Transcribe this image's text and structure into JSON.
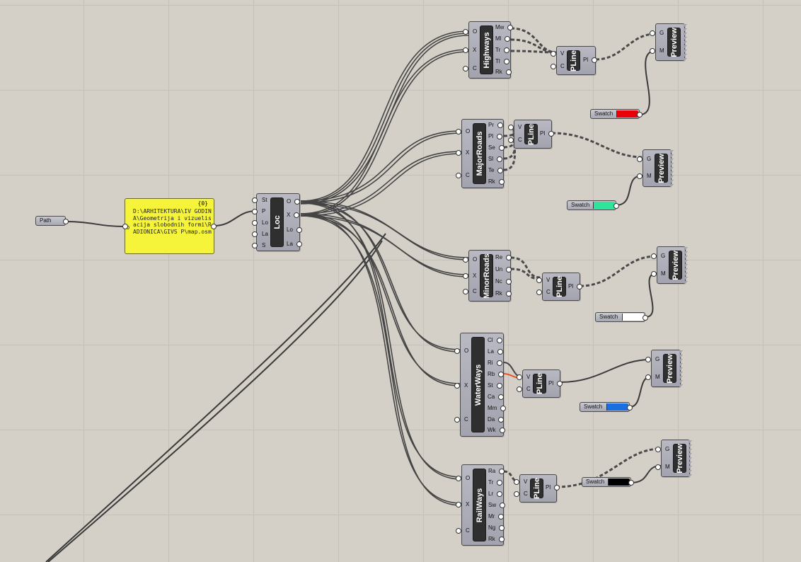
{
  "canvas": {
    "background": "#d4d0c8",
    "grid_color": "#c4c0b8"
  },
  "path_param": {
    "label": "Path"
  },
  "panel": {
    "index_label": "{0}",
    "item_index": "0",
    "text": "D:\\ARHITEKTURA\\IV GODINA\\Geometrija i vizuelisacija slobodnih formi\\RADIONICA\\GIVS P\\map.osm"
  },
  "loc": {
    "title": "Loc",
    "inputs": [
      "St",
      "P",
      "Lo",
      "La",
      "S"
    ],
    "outputs": [
      "O",
      "X",
      "Lo",
      "La"
    ]
  },
  "highways": {
    "title": "Highways",
    "inputs": [
      "O",
      "X",
      "C"
    ],
    "outputs": [
      "Mw",
      "Ml",
      "Tr",
      "Tl",
      "Rk"
    ]
  },
  "majorroads": {
    "title": "MajorRoads",
    "inputs": [
      "O",
      "X",
      "C"
    ],
    "outputs": [
      "Pr",
      "Pl",
      "Se",
      "Sl",
      "Te",
      "Rk"
    ]
  },
  "minorroads": {
    "title": "MinorRoads",
    "inputs": [
      "O",
      "X",
      "C"
    ],
    "outputs": [
      "Re",
      "Un",
      "Nc",
      "Rk"
    ]
  },
  "waterways": {
    "title": "WaterWays",
    "inputs": [
      "O",
      "X",
      "C"
    ],
    "outputs": [
      "Cl",
      "La",
      "Ri",
      "Rb",
      "St",
      "Ca",
      "Mm",
      "Da",
      "Wk"
    ]
  },
  "railways": {
    "title": "RailWays",
    "inputs": [
      "O",
      "X",
      "C"
    ],
    "outputs": [
      "Ra",
      "Tr",
      "Lr",
      "Sw",
      "Mr",
      "Ng",
      "Rk"
    ]
  },
  "pline": {
    "title": "PLine",
    "inputs": [
      "V",
      "C"
    ],
    "output": "Pl"
  },
  "preview": {
    "title": "Preview",
    "inputs": [
      "G",
      "M"
    ]
  },
  "swatches": [
    {
      "label": "Swatch",
      "color": "#e8000b"
    },
    {
      "label": "Swatch",
      "color": "#2ee39a"
    },
    {
      "label": "Swatch",
      "color": "#ffffff"
    },
    {
      "label": "Swatch",
      "color": "#1a6fe0"
    },
    {
      "label": "Swatch",
      "color": "#000000"
    }
  ]
}
